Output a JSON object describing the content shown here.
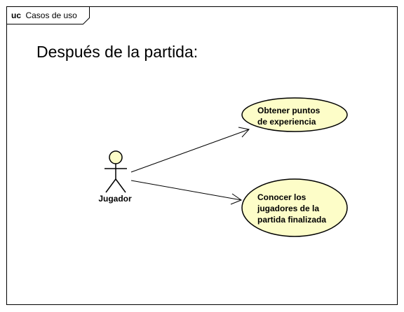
{
  "frame": {
    "keyword": "uc",
    "name": "Casos de uso"
  },
  "heading": "Después de la partida:",
  "actor": {
    "name": "Jugador",
    "fill": "#fdfdc8"
  },
  "use_cases": [
    {
      "lines": [
        "Obtener puntos",
        "de experiencia"
      ],
      "fill": "#fdfdc8"
    },
    {
      "lines": [
        "Conocer los",
        "jugadores de la",
        "partida finalizada"
      ],
      "fill": "#fdfdc8"
    }
  ],
  "associations": [
    {
      "from": "Jugador",
      "to": "Obtener puntos de experiencia",
      "arrow": "open"
    },
    {
      "from": "Jugador",
      "to": "Conocer los jugadores de la partida finalizada",
      "arrow": "open"
    }
  ]
}
